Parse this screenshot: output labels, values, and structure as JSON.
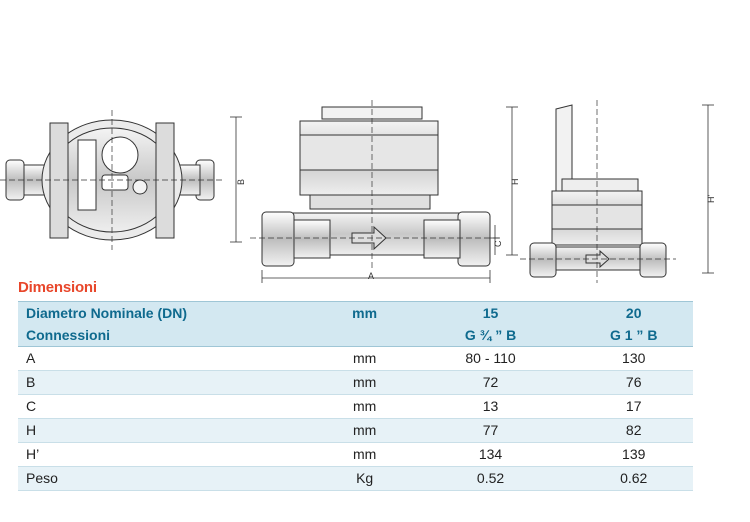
{
  "drawing": {
    "dimension_labels": {
      "b": "B",
      "a": "A",
      "c": "C",
      "h": "H",
      "h_prime": "H'"
    }
  },
  "section": {
    "title": "Dimensioni"
  },
  "table": {
    "header": {
      "row1": {
        "label": "Diametro Nominale (DN)",
        "unit": "mm",
        "v15": "15",
        "v20": "20"
      },
      "row2": {
        "label": "Connessioni",
        "unit": "",
        "v15": "G ¾ ” B",
        "v20": "G 1 ” B"
      }
    },
    "rows": [
      {
        "label": "A",
        "unit": "mm",
        "v15": "80 - 110",
        "v20": "130"
      },
      {
        "label": "B",
        "unit": "mm",
        "v15": "72",
        "v20": "76"
      },
      {
        "label": "C",
        "unit": "mm",
        "v15": "13",
        "v20": "17"
      },
      {
        "label": "H",
        "unit": "mm",
        "v15": "77",
        "v20": "82"
      },
      {
        "label": "H’",
        "unit": "mm",
        "v15": "134",
        "v20": "139"
      },
      {
        "label": "Peso",
        "unit": "Kg",
        "v15": "0.52",
        "v20": "0.62"
      }
    ]
  }
}
